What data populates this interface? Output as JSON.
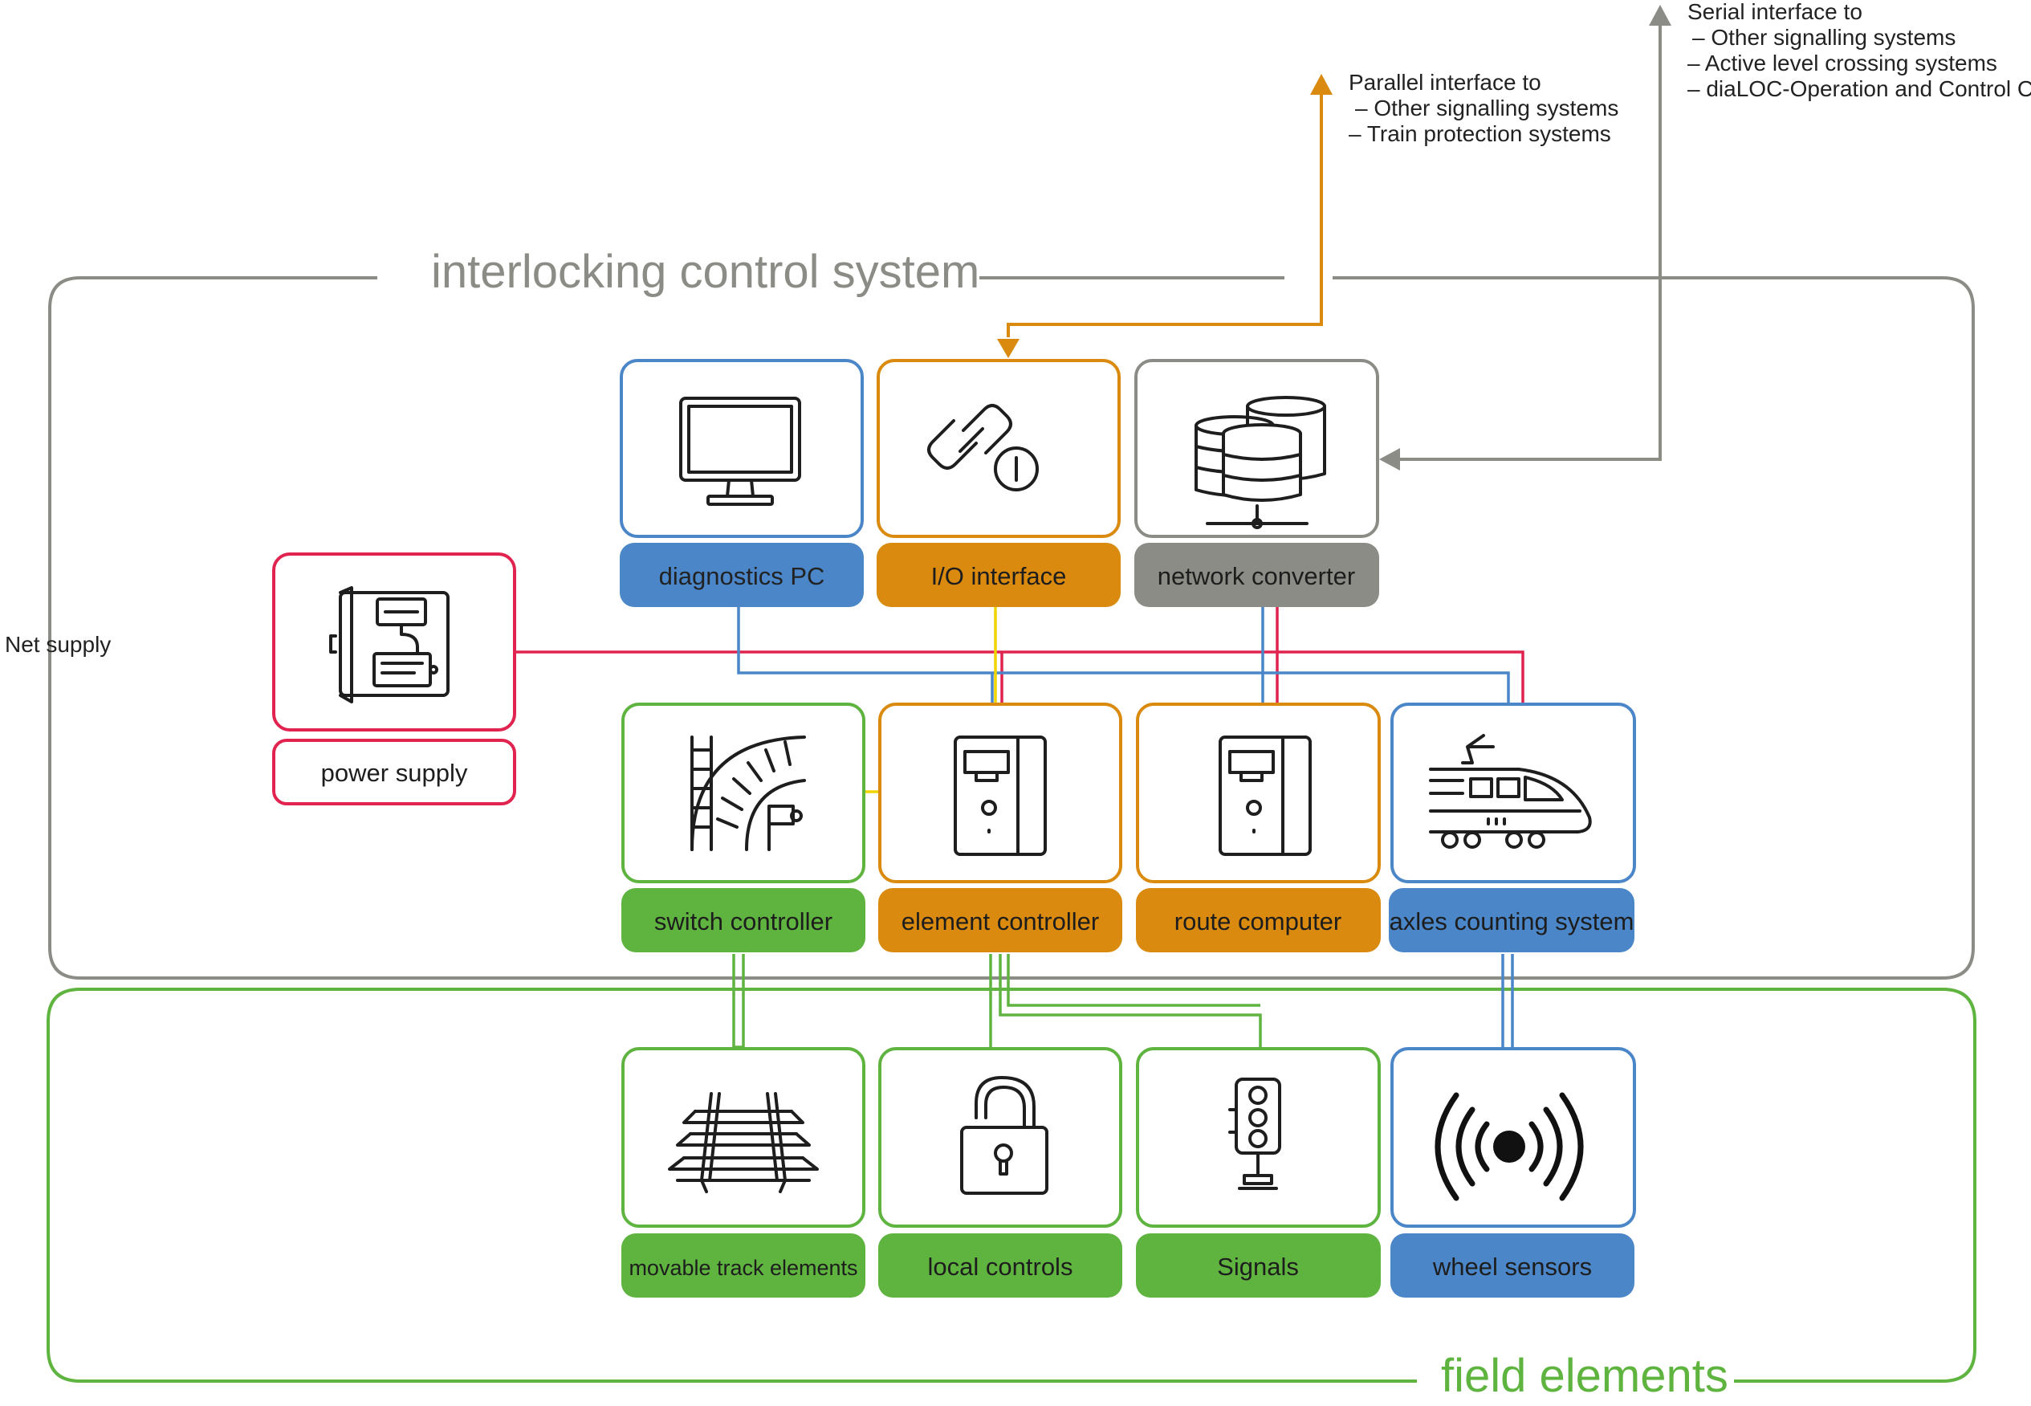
{
  "colors": {
    "blue": "#4a86c8",
    "orange": "#d98a0f",
    "gray": "#8c8c86",
    "green": "#5fb440",
    "red": "#e0244f",
    "yellow": "#f0d400"
  },
  "regions": {
    "interlocking": "interlocking control system",
    "field": "field elements"
  },
  "notes": {
    "net_supply": "Net supply",
    "parallel": {
      "title": "Parallel interface to",
      "items": [
        "– Other signalling systems",
        "– Train protection systems"
      ]
    },
    "serial": {
      "title": "Serial interface to",
      "items": [
        "– Other signalling systems",
        "– Active level crossing systems",
        "– diaLOC-Operation and Control Centre"
      ]
    }
  },
  "components": {
    "diagnostics_pc": {
      "label": "diagnostics PC",
      "icon": "monitor-icon"
    },
    "io_interface": {
      "label": "I/O interface",
      "icon": "link-icon"
    },
    "network_converter": {
      "label": "network converter",
      "icon": "server-icon"
    },
    "power_supply": {
      "label": "power supply",
      "icon": "electrical-cabinet-icon"
    },
    "switch_controller": {
      "label": "switch controller",
      "icon": "rail-switch-icon"
    },
    "element_controller": {
      "label": "element controller",
      "icon": "computer-tower-icon"
    },
    "route_computer": {
      "label": "route computer",
      "icon": "computer-tower-icon"
    },
    "axles_counting_system": {
      "label": "axles counting system",
      "icon": "train-icon"
    },
    "movable_track_elements": {
      "label": "movable track elements",
      "icon": "railway-track-icon"
    },
    "local_controls": {
      "label": "local controls",
      "icon": "padlock-icon"
    },
    "signals": {
      "label": "Signals",
      "icon": "traffic-signal-icon"
    },
    "wheel_sensors": {
      "label": "wheel sensors",
      "icon": "sensor-waves-icon"
    }
  }
}
